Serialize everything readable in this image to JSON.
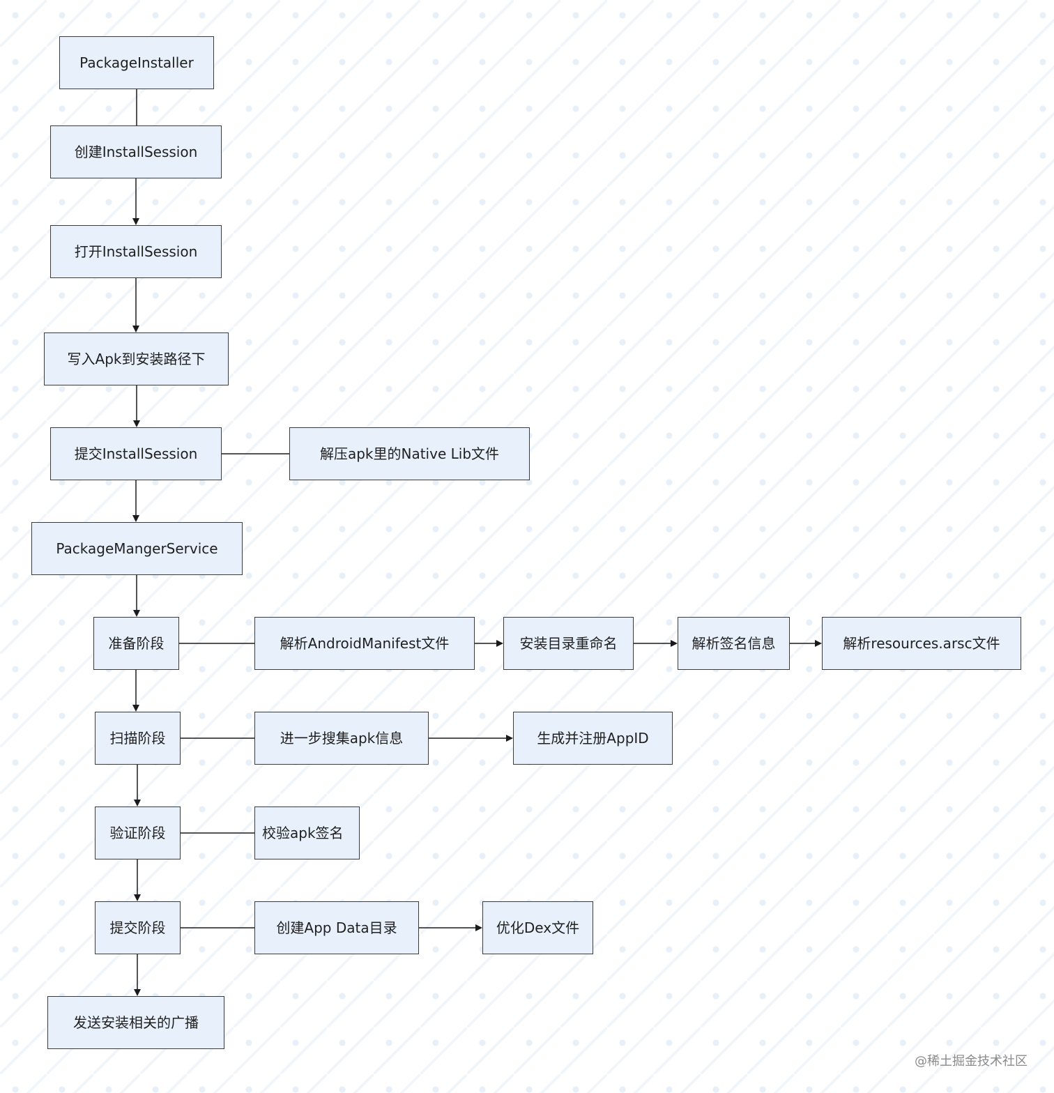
{
  "nodes": {
    "package_installer": "PackageInstaller",
    "create_session": "创建InstallSession",
    "open_session": "打开InstallSession",
    "write_apk": "写入Apk到安装路径下",
    "commit_session": "提交InstallSession",
    "extract_native": "解压apk里的Native Lib文件",
    "pms": "PackageMangerService",
    "prepare": "准备阶段",
    "parse_manifest": "解析AndroidManifest文件",
    "rename_dir": "安装目录重命名",
    "parse_sign": "解析签名信息",
    "parse_arsc": "解析resources.arsc文件",
    "scan": "扫描阶段",
    "collect_info": "进一步搜集apk信息",
    "register_appid": "生成并注册AppID",
    "verify": "验证阶段",
    "verify_sign": "校验apk签名",
    "commit_phase": "提交阶段",
    "create_app_data": "创建App Data目录",
    "optimize_dex": "优化Dex文件",
    "broadcast": "发送安装相关的广播"
  },
  "watermark": "@稀土掘金技术社区",
  "colors": {
    "node_fill": "#e8f1fb",
    "node_border": "#3a3a3a",
    "line": "#1a1a1a",
    "text": "#1f1f1f"
  }
}
